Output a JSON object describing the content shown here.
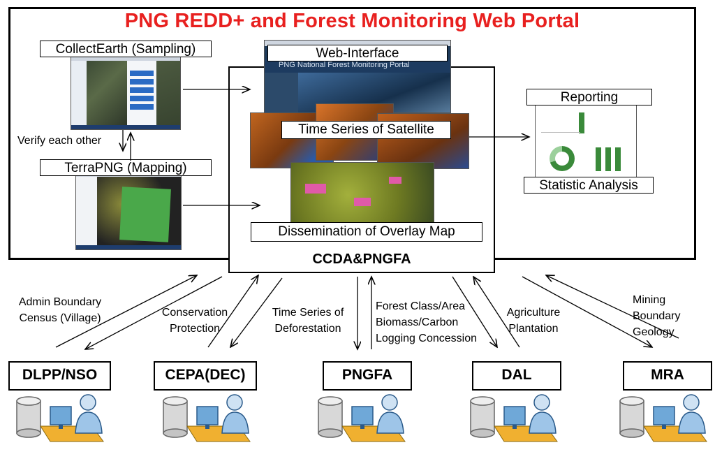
{
  "colors": {
    "title": "#e8201f",
    "forest": "#3a8a3a",
    "satellite": "#c0651f",
    "portal_blue": "#1d3b60"
  },
  "title": "PNG REDD+ and Forest Monitoring Web Portal",
  "panels": {
    "collect_earth": "CollectEarth (Sampling)",
    "terra_png": "TerraPNG (Mapping)",
    "verify": "Verify each other",
    "web_interface": "Web-Interface",
    "web_header": "PNG National Forest Monitoring Portal",
    "time_series": "Time Series of Satellite",
    "overlay": "Dissemination of Overlay Map",
    "reporting": "Reporting",
    "statistic": "Statistic Analysis",
    "center": "CCDA&PNGFA"
  },
  "flows": {
    "dlpp": [
      "Admin Boundary",
      "Census (Village)"
    ],
    "cepa": [
      "Conservation",
      "Protection"
    ],
    "deforestation": [
      "Time Series of",
      "Deforestation"
    ],
    "pngfa": [
      "Forest Class/Area",
      "Biomass/Carbon",
      "Logging Concession"
    ],
    "dal": [
      "Agriculture",
      "Plantation"
    ],
    "mra": [
      "Mining",
      "Boundary",
      "Geology"
    ]
  },
  "agencies": [
    "DLPP/NSO",
    "CEPA(DEC)",
    "PNGFA",
    "DAL",
    "MRA"
  ],
  "icons": [
    "database-icon",
    "user-workstation-icon"
  ]
}
